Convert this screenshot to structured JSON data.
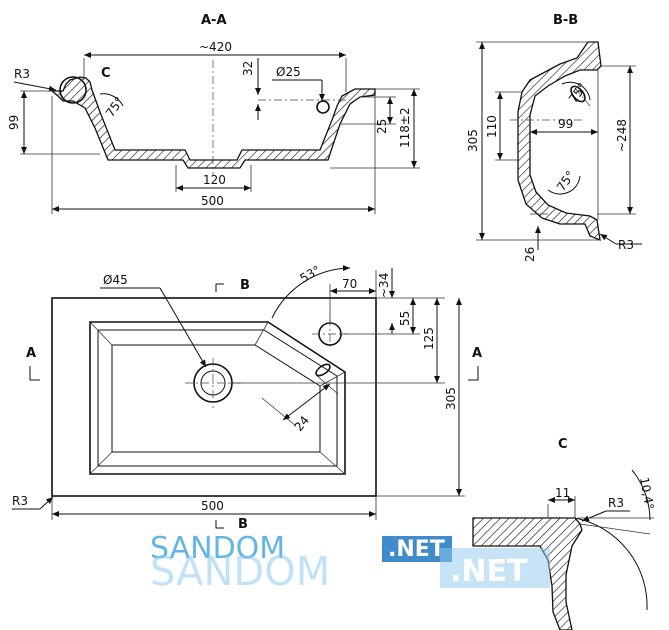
{
  "views": {
    "aa": {
      "title": "A-A"
    },
    "bb": {
      "title": "B-B"
    },
    "cc": {
      "title": "C"
    }
  },
  "labels": {
    "aa_420": "~420",
    "aa_32": "32",
    "aa_d25": "Ø25",
    "aa_r3": "R3",
    "aa_c": "C",
    "aa_99": "99",
    "aa_75": "75°",
    "aa_25": "25",
    "aa_118": "118±2",
    "aa_120": "120",
    "aa_500": "500",
    "bb_305": "305",
    "bb_110": "110",
    "bb_99": "99",
    "bb_248": "~248",
    "bb_75a": "75°",
    "bb_75b": "75°",
    "bb_26": "26",
    "bb_r3": "R3",
    "top_d45": "Ø45",
    "top_b_upper": "B",
    "top_b_lower": "B",
    "top_53": "53°",
    "top_70": "70",
    "top_34": "~34",
    "top_55": "55",
    "top_125": "125",
    "top_305": "305",
    "top_24": "24",
    "top_a_left": "A",
    "top_a_right": "A",
    "top_r3": "R3",
    "top_500": "500",
    "c_11": "11",
    "c_r3": "R3",
    "c_104": "10,4°"
  },
  "watermark": {
    "text1": "SANDOM",
    "text1_suffix": ".NET",
    "text2": "SANDOM",
    "text2_suffix": ".NET",
    "color": "#4aa8e0"
  }
}
